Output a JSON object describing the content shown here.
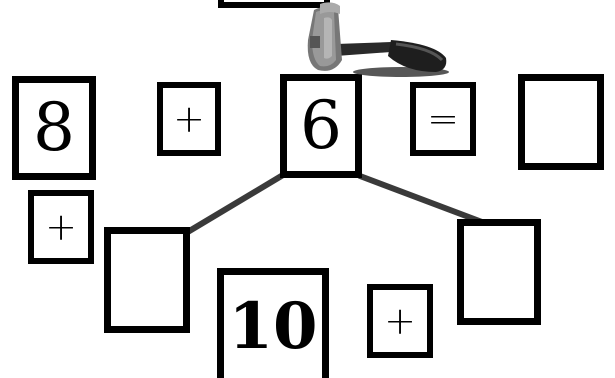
{
  "top_equation": {
    "first_number": "8",
    "plus_sign": "+",
    "second_number": "6",
    "equals_sign": "=",
    "answer_box": ""
  },
  "decomposition": {
    "left_part_box": "",
    "right_part_box": ""
  },
  "bottom_equation": {
    "left_plus_sign": "+",
    "ten": "10",
    "right_plus_sign": "+"
  },
  "tool_icon": "hammer-icon"
}
